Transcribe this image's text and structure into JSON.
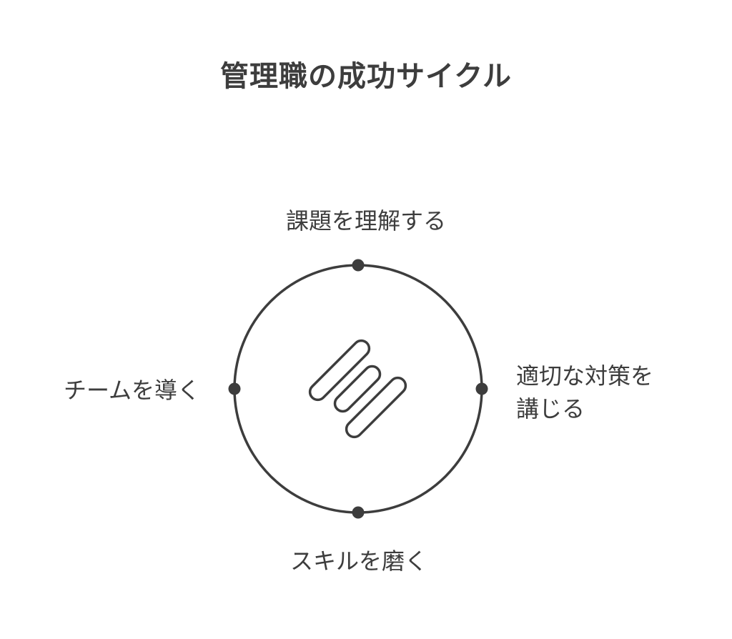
{
  "title": "管理職の成功サイクル",
  "colors": {
    "stroke": "#3d3d3d",
    "text": "#3d3d3d",
    "background": "#ffffff"
  },
  "center_icon": "link-chain-icon",
  "steps": {
    "top": {
      "label": "課題を理解する"
    },
    "right": {
      "label_line1": "適切な対策を",
      "label_line2": "講じる"
    },
    "bottom": {
      "label": "スキルを磨く"
    },
    "left": {
      "label": "チームを導く"
    }
  }
}
